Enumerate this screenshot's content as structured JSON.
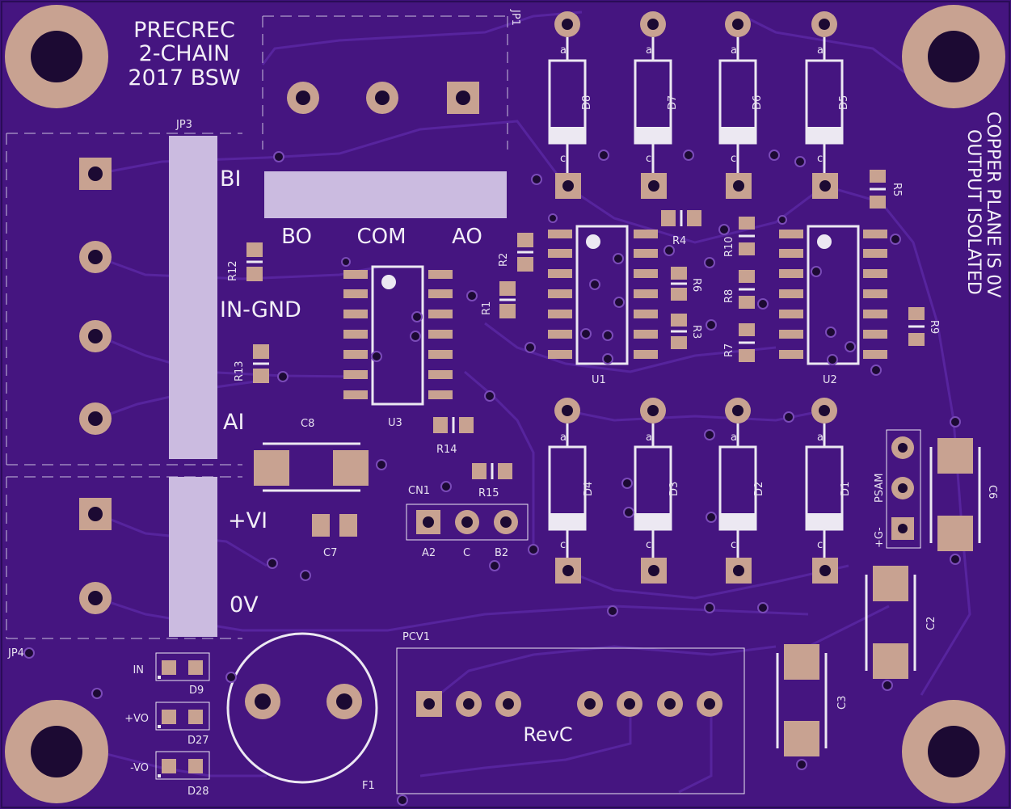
{
  "board": {
    "title_lines": [
      "PRECREC",
      "2-CHAIN",
      "2017 BSW"
    ],
    "side_note_lines": [
      "COPPER PLANE IS 0V",
      "OUTPUT ISOLATED"
    ],
    "rev": "RevC",
    "colors": {
      "board": "#3d1178",
      "pad": "#c8a291",
      "silk": "#ece8f2",
      "via_hole": "#1c0a33"
    }
  },
  "connectors": {
    "jp1": "JP1",
    "jp3": "JP3",
    "jp4": "JP4",
    "cn1": "CN1",
    "pcv1": "PCV1",
    "psam": "PSAM",
    "bo": "BO",
    "com": "COM",
    "ao": "AO",
    "bi": "BI",
    "in_gnd": "IN-GND",
    "ai": "AI",
    "plus_vi": "+VI",
    "zero_v": "0V",
    "cn_pins": [
      "A2",
      "C",
      "B2"
    ],
    "psam_pins": "+G-"
  },
  "parts": {
    "u1": "U1",
    "u2": "U2",
    "u3": "U3",
    "c2": "C2",
    "c3": "C3",
    "c6": "C6",
    "c7": "C7",
    "c8": "C8",
    "d1": "D1",
    "d2": "D2",
    "d3": "D3",
    "d4": "D4",
    "d5": "D5",
    "d6": "D6",
    "d7": "D7",
    "d8": "D8",
    "r1": "R1",
    "r2": "R2",
    "r3": "R3",
    "r4": "R4",
    "r5": "R5",
    "r6": "R6",
    "r7": "R7",
    "r8": "R8",
    "r9": "R9",
    "r10": "R10",
    "r12": "R12",
    "r13": "R13",
    "r14": "R14",
    "r15": "R15",
    "f1": "F1"
  },
  "leds": [
    {
      "label": "IN",
      "ref": "D9"
    },
    {
      "label": "+VO",
      "ref": "D27"
    },
    {
      "label": "-VO",
      "ref": "D28"
    }
  ],
  "diode_marks": {
    "anode": "a",
    "cathode": "c"
  }
}
